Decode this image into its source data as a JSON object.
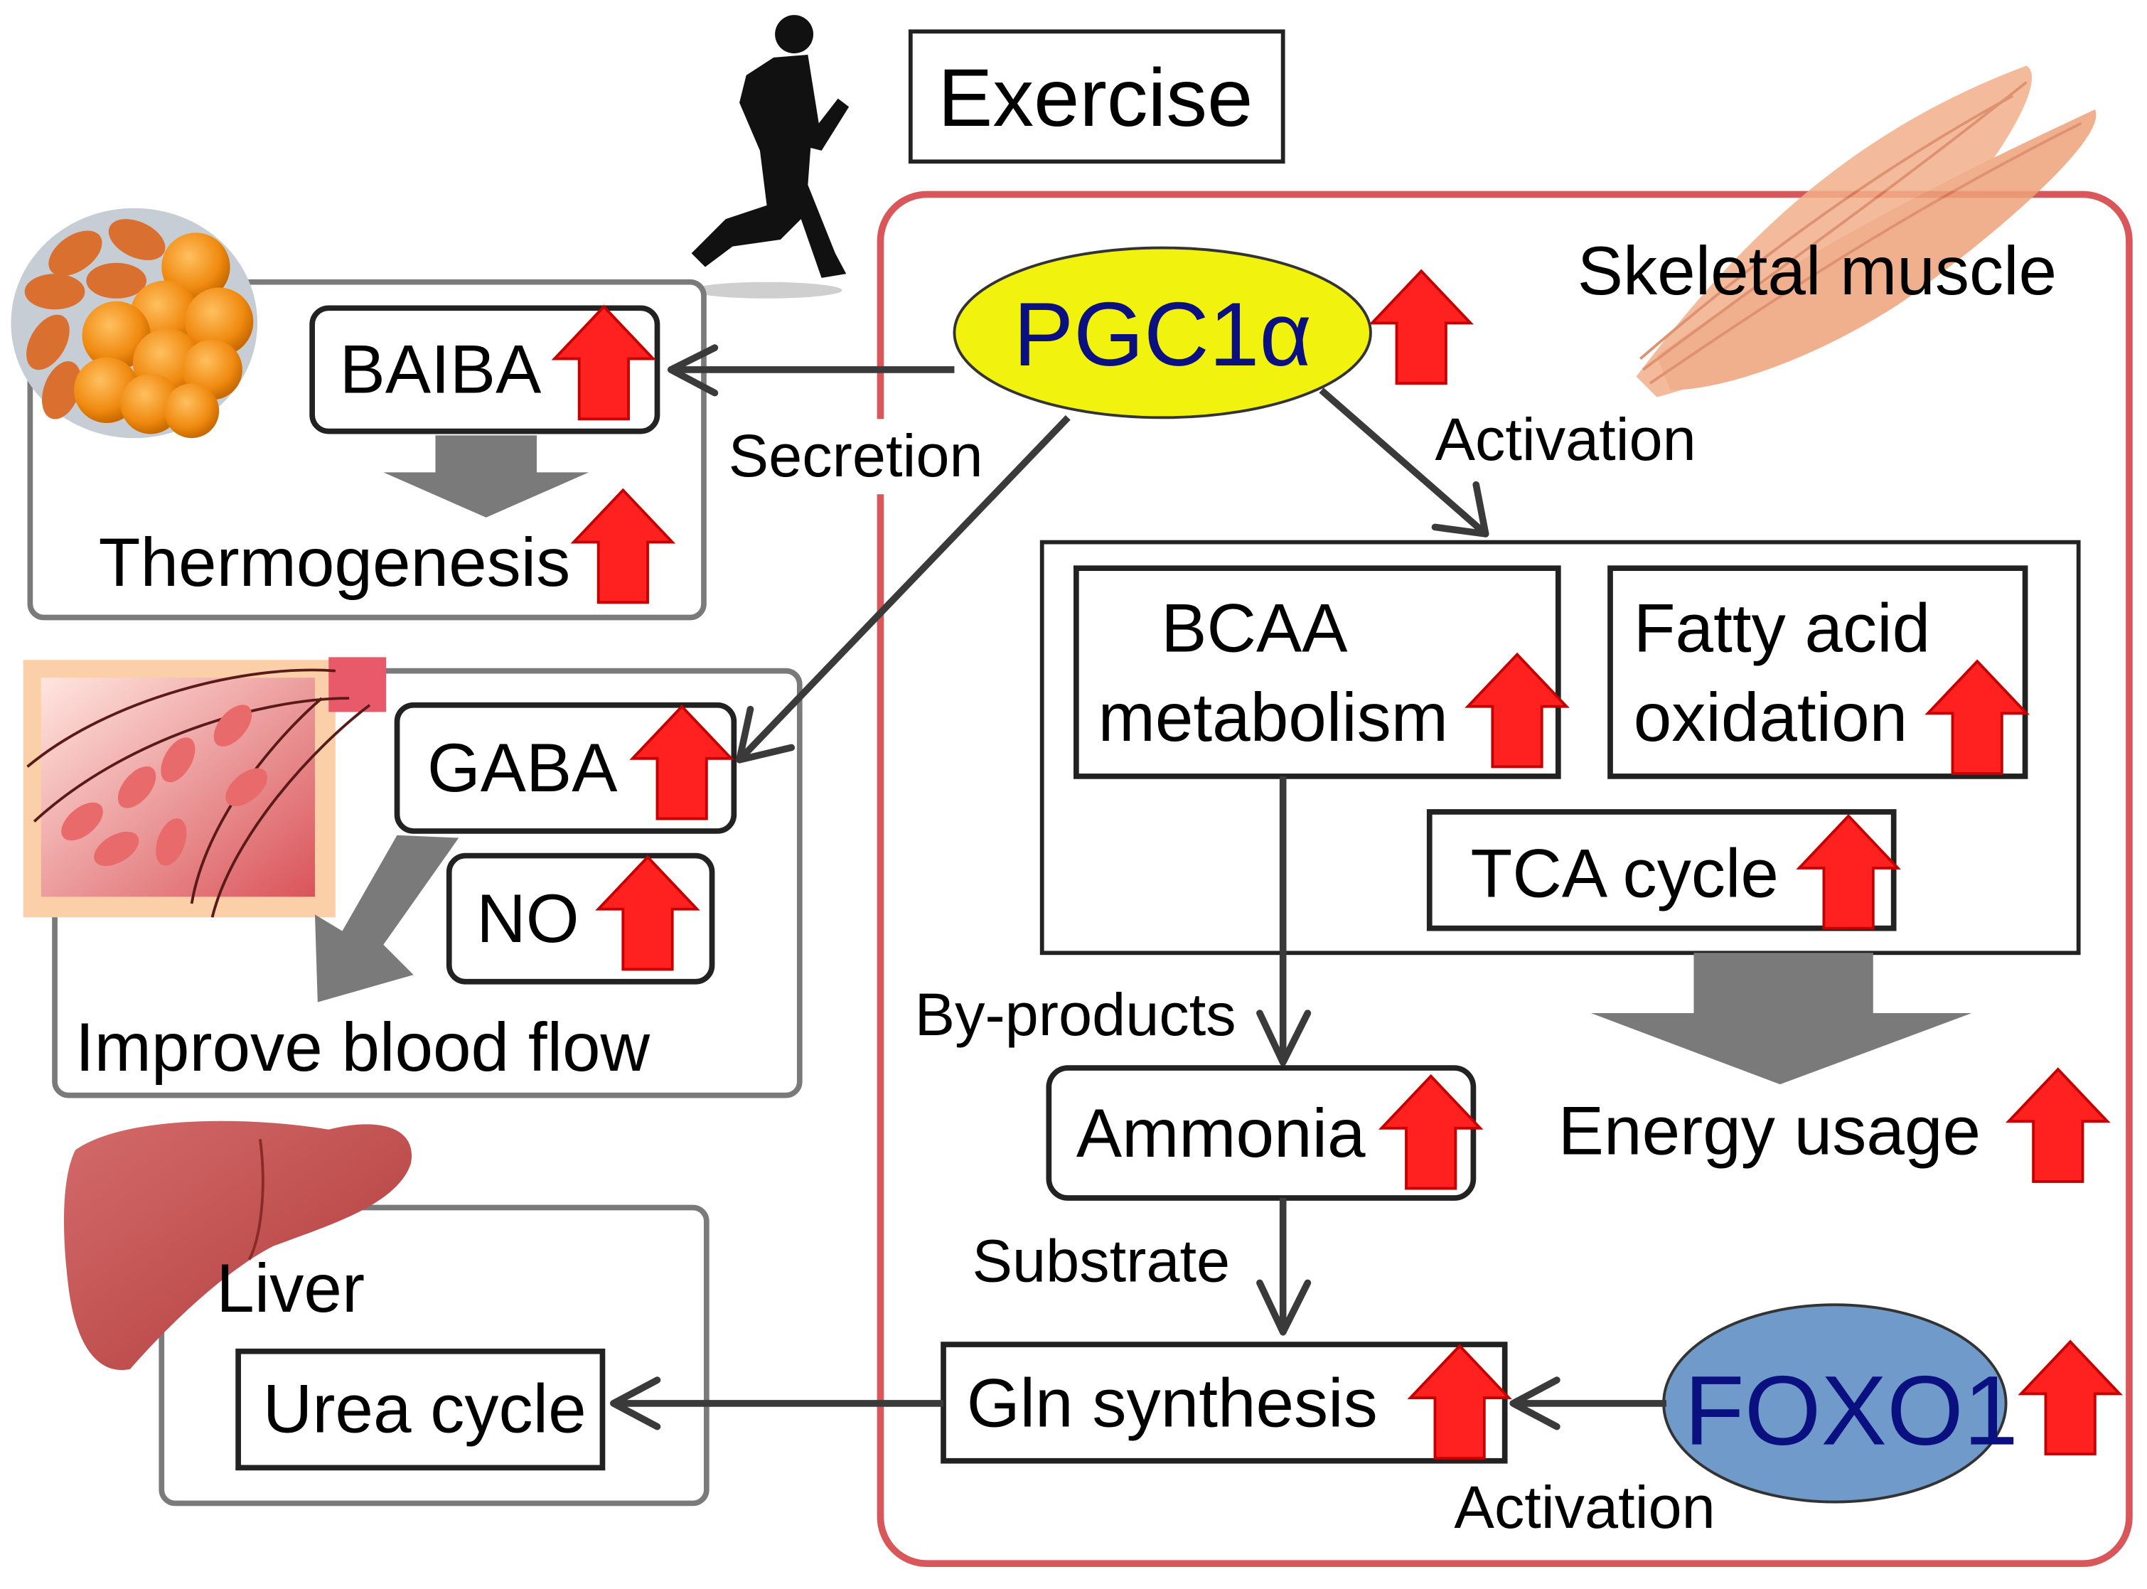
{
  "title": "Exercise",
  "colors": {
    "muscle_border": "#d9575a",
    "pgc_fill": "#f2f20f",
    "foxo_fill": "#6f9ac9",
    "node_text_blue": "#0b1080",
    "up_arrow": "#ff2020",
    "block_arrow": "#7a7a7a"
  },
  "regions": {
    "skeletal_muscle": "Skeletal muscle",
    "liver": "Liver",
    "blood_flow": "Improve blood flow",
    "thermogenesis": "Thermogenesis"
  },
  "nodes": {
    "pgc1a": "PGC1α",
    "foxo1": "FOXO1",
    "baiba": "BAIBA",
    "gaba": "GABA",
    "no": "NO",
    "bcaa_line1": "BCAA",
    "bcaa_line2": "metabolism",
    "fatty_line1": "Fatty acid",
    "fatty_line2": "oxidation",
    "tca": "TCA cycle",
    "ammonia": "Ammonia",
    "energy": "Energy usage",
    "gln": "Gln synthesis",
    "urea": "Urea cycle"
  },
  "edge_labels": {
    "secretion": "Secretion",
    "activation_top": "Activation",
    "byproducts": "By-products",
    "substrate": "Substrate",
    "activation_bottom": "Activation"
  },
  "icons": [
    "runner-icon",
    "fat-cell-icon",
    "blood-vessel-icon",
    "liver-icon",
    "muscle-icon",
    "up-arrow-icon"
  ]
}
